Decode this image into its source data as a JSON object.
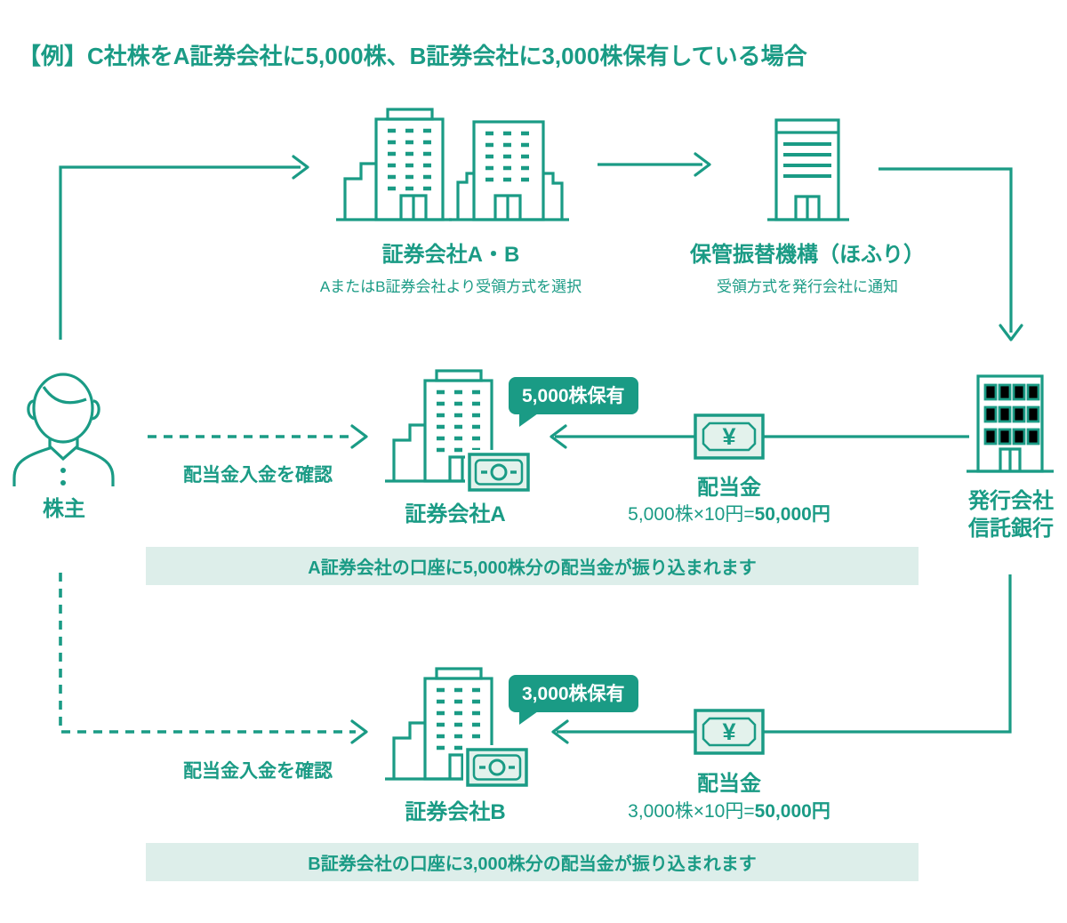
{
  "title": "【例】C社株をA証券会社に5,000株、B証券会社に3,000株保有している場合",
  "colors": {
    "teal": "#1a9b85",
    "mint": "#ddeeea",
    "note_fill": "#e3f2ec",
    "white": "#ffffff"
  },
  "icons": {
    "yen_symbol": "¥",
    "names": {
      "shareholder": "person-icon",
      "securities_ab": "twin-buildings-icon",
      "jasdec": "building-lined-windows-icon",
      "issuer": "office-building-grid-windows-icon",
      "broker": "building-with-banknote-icon",
      "dividend": "yen-banknote-icon"
    }
  },
  "nodes": {
    "securities_ab": {
      "label": "証券会社A・B",
      "caption": "AまたはB証券会社より受領方式を選択"
    },
    "jasdec": {
      "label": "保管振替機構（ほふり）",
      "caption": "受領方式を発行会社に通知"
    },
    "shareholder": {
      "label": "株主"
    },
    "issuer": {
      "label_line1": "発行会社",
      "label_line2": "信託銀行"
    }
  },
  "flow_a": {
    "confirm_label": "配当金入金を確認",
    "broker_label": "証券会社A",
    "bubble_label": "5,000株保有",
    "dividend_label": "配当金",
    "dividend_calc": "5,000株×10円=",
    "dividend_total": "50,000円",
    "note": "A証券会社の口座に5,000株分の配当金が振り込まれます"
  },
  "flow_b": {
    "confirm_label": "配当金入金を確認",
    "broker_label": "証券会社B",
    "bubble_label": "3,000株保有",
    "dividend_label": "配当金",
    "dividend_calc": "3,000株×10円=",
    "dividend_total": "50,000円",
    "note": "B証券会社の口座に3,000株分の配当金が振り込まれます"
  }
}
